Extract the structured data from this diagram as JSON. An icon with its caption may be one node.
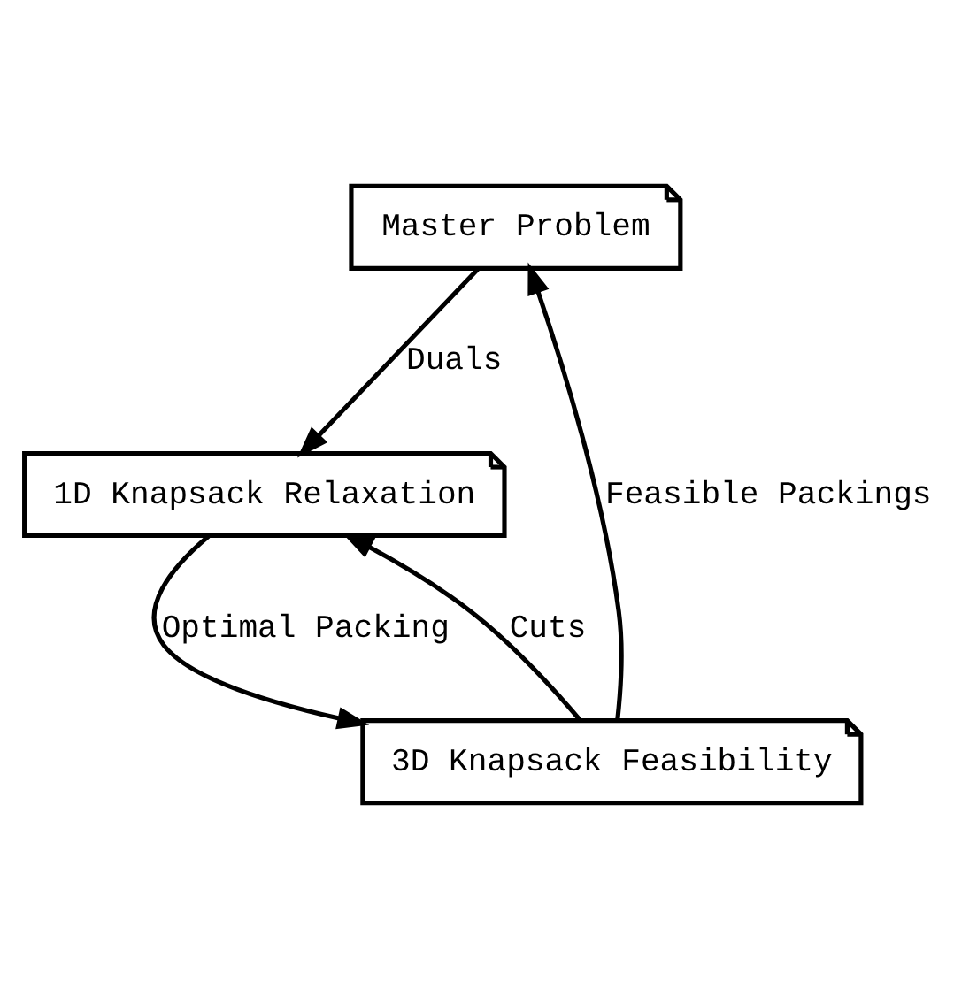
{
  "diagram": {
    "nodes": [
      {
        "text": [
          "Master Problem"
        ]
      },
      {
        "text": [
          "1D Knapsack Relaxation"
        ]
      },
      {
        "text": [
          "3D Knapsack Feasibility"
        ]
      }
    ],
    "edges": [
      {
        "from": 0,
        "to": 1,
        "arrow": "to",
        "label": "Duals"
      },
      {
        "from": 1,
        "to": 2,
        "arrow": "to",
        "label": "Optimal Packing"
      },
      {
        "from": 2,
        "to": 1,
        "arrow": "to",
        "label": "Cuts"
      },
      {
        "from": 2,
        "to": 0,
        "arrow": "to",
        "label": "Feasible Packings"
      }
    ]
  }
}
